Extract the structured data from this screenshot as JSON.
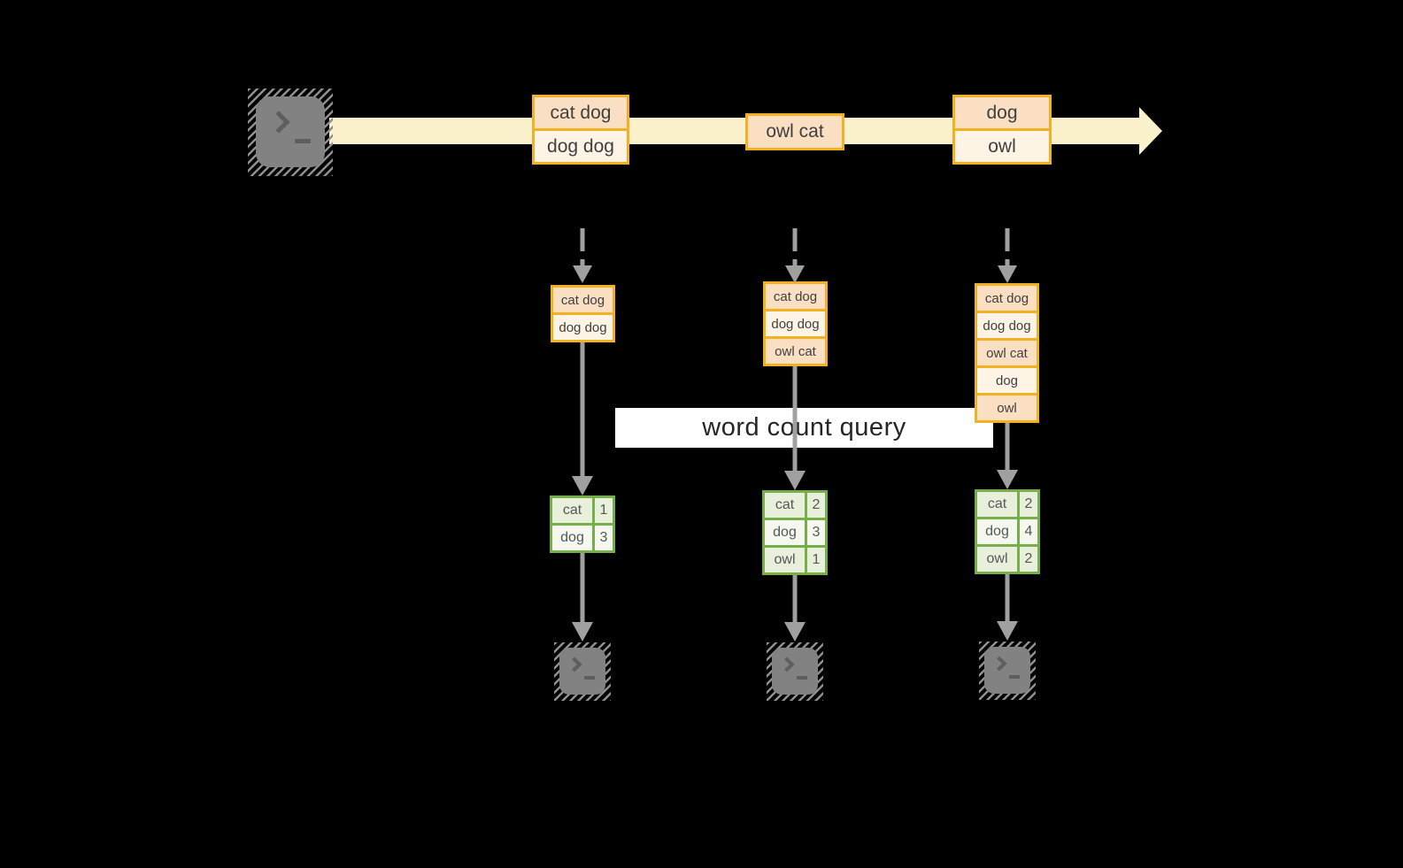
{
  "colors": {
    "bg": "#000000",
    "band": "#FCF1CD",
    "amber": "#F2B024",
    "peach": "#FADFC3",
    "cream": "#FDF4E6",
    "green": "#76AE48",
    "green-dark-fill": "#E8F0DC",
    "green-light-fill": "#F4F8EE",
    "arrow": "#A0A0A0",
    "terminal": "#828282",
    "terminal-glyph": "#5E5E5E",
    "label-bg": "#FFFFFF",
    "text": "#3F3F3F",
    "table-text": "#575757",
    "label-text": "#262626"
  },
  "query_label": "word count query",
  "source": {
    "icon": "terminal-prompt-icon"
  },
  "stream": {
    "events": [
      {
        "lines": [
          "cat dog",
          "dog dog"
        ]
      },
      {
        "lines": [
          "owl cat"
        ]
      },
      {
        "lines": [
          "dog",
          "owl"
        ]
      }
    ]
  },
  "pipelines": [
    {
      "buffer": [
        "cat dog",
        "dog dog"
      ],
      "counts": [
        {
          "word": "cat",
          "value": "1"
        },
        {
          "word": "dog",
          "value": "3"
        }
      ],
      "sink_icon": "terminal-prompt-icon"
    },
    {
      "buffer": [
        "cat dog",
        "dog dog",
        "owl cat"
      ],
      "counts": [
        {
          "word": "cat",
          "value": "2"
        },
        {
          "word": "dog",
          "value": "3"
        },
        {
          "word": "owl",
          "value": "1"
        }
      ],
      "sink_icon": "terminal-prompt-icon"
    },
    {
      "buffer": [
        "cat dog",
        "dog dog",
        "owl cat",
        "dog",
        "owl"
      ],
      "counts": [
        {
          "word": "cat",
          "value": "2"
        },
        {
          "word": "dog",
          "value": "4"
        },
        {
          "word": "owl",
          "value": "2"
        }
      ],
      "sink_icon": "terminal-prompt-icon"
    }
  ]
}
